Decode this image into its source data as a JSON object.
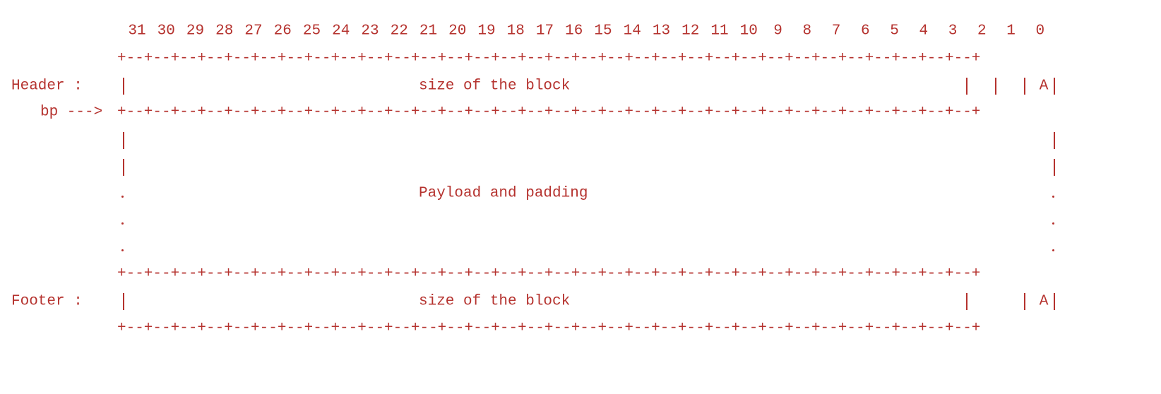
{
  "colors": {
    "ink": "#b5322e",
    "background": "#ffffff"
  },
  "bit_numbers": [
    "31",
    "30",
    "29",
    "28",
    "27",
    "26",
    "25",
    "24",
    "23",
    "22",
    "21",
    "20",
    "19",
    "18",
    "17",
    "16",
    "15",
    "14",
    "13",
    "12",
    "11",
    "10",
    "9",
    "8",
    "7",
    "6",
    "5",
    "4",
    "3",
    "2",
    "1",
    "0"
  ],
  "separator_text": "+--+--+--+--+--+--+--+--+--+--+--+--+--+--+--+--+--+--+--+--+--+--+--+--+--+--+--+--+--+--+--+--+",
  "header": {
    "label": "Header :",
    "field": "size of the block",
    "flag": "A"
  },
  "pointer": {
    "label": "bp --->"
  },
  "payload": {
    "label": "Payload and padding"
  },
  "footer": {
    "label": "Footer :",
    "field": "size of the block",
    "flag": "A"
  }
}
